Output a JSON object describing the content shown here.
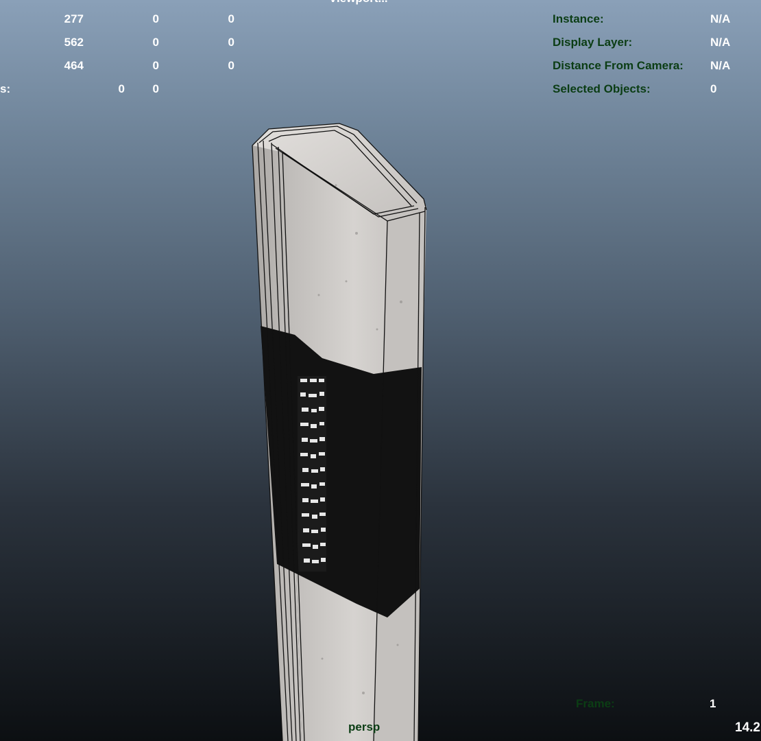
{
  "hud_left": {
    "rows": [
      {
        "label": "",
        "values": [
          "277",
          "0",
          "0"
        ]
      },
      {
        "label": "",
        "values": [
          "562",
          "0",
          "0"
        ]
      },
      {
        "label": "",
        "values": [
          "464",
          "0",
          "0"
        ]
      },
      {
        "label": "s:",
        "values": [
          "0",
          "0"
        ]
      }
    ]
  },
  "hud_top_center": {
    "partial_text": "Viewport..."
  },
  "hud_right": {
    "rows": [
      {
        "label": "Instance:",
        "value": "N/A"
      },
      {
        "label": "Display Layer:",
        "value": "N/A"
      },
      {
        "label": "Distance From Camera:",
        "value": "N/A"
      },
      {
        "label": "Selected Objects:",
        "value": "0"
      }
    ]
  },
  "frame": {
    "label": "Frame:",
    "value": "1"
  },
  "fps_partial": "14.2",
  "camera_name": "persp",
  "colors": {
    "hud_label": "#0b3d14",
    "hud_value": "#ffffff",
    "post_concrete": "#cfcdcb",
    "post_band": "#111111"
  }
}
